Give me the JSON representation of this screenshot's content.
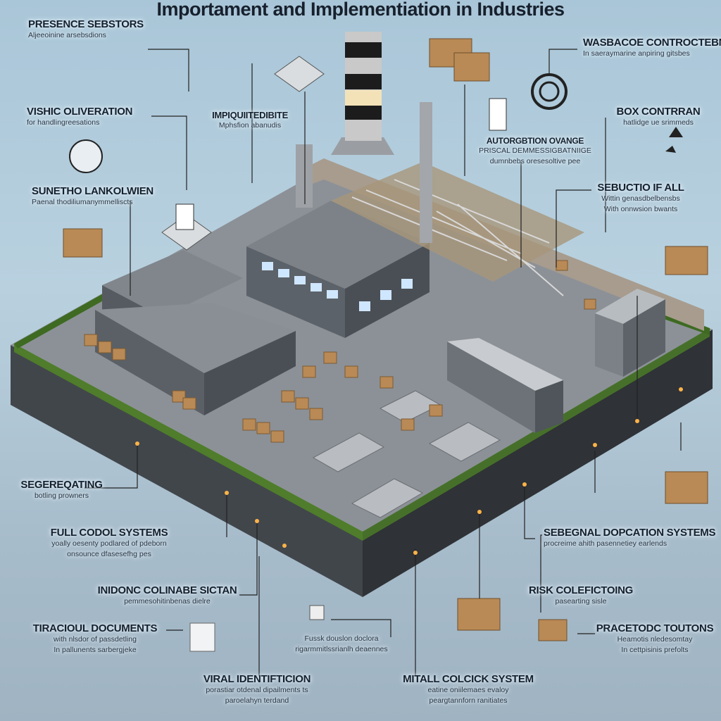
{
  "title": "Importament and Implementiation in Industries",
  "labels": [
    {
      "id": "presence-sensors",
      "heading": "PRESENCE SEBSTORS",
      "lines": [
        "Aljeeoinine arsebsdions"
      ]
    },
    {
      "id": "vishic-oliveration",
      "heading": "VISHIC OLIVERATION",
      "lines": [
        "for handlingreesations"
      ]
    },
    {
      "id": "impiquiitedibite",
      "heading": "IMPIQUIITEDIBITE",
      "lines": [
        "Mphsfion abanudis"
      ]
    },
    {
      "id": "sunetho-lankolwien",
      "heading": "SUNETHO LANKOLWIEN",
      "lines": [
        "Paenal thodiliumanymmelliscts"
      ]
    },
    {
      "id": "wasbacoe-controctebn",
      "heading": "WASBACOE CONTROCTEBN",
      "lines": [
        "In saeraymarine anpiring gitsbes"
      ]
    },
    {
      "id": "box-contrran",
      "heading": "BOX CONTRRAN",
      "lines": [
        "hatlidge ue srimmeds"
      ]
    },
    {
      "id": "autorgbtion-ovange",
      "heading": "AUTORGBTION OVANGE",
      "lines": [
        "PRISCAL DEMMESSIGBATNIIGE",
        "dumnbebs oresesoltive pee"
      ]
    },
    {
      "id": "sebuctio-if-all",
      "heading": "SEBUCTIO IF ALL",
      "lines": [
        "Wittin genasdbelbensbs",
        "With onnwsion bwants"
      ]
    },
    {
      "id": "segereqating",
      "heading": "SEGEREQATING",
      "lines": [
        "botling prowners"
      ]
    },
    {
      "id": "full-codol-systems",
      "heading": "FULL CODOL SYSTEMS",
      "lines": [
        "yoally oesenty podlared of pdeborn",
        "onsounce dfasesefhg pes"
      ]
    },
    {
      "id": "inidonc-colinabe-sictan",
      "heading": "INIDONC COLINABE SICTAN",
      "lines": [
        "pemmesohitinbenas dielre"
      ]
    },
    {
      "id": "tiracioul-documents",
      "heading": "TIRACIOUL DOCUMENTS",
      "lines": [
        "with nlsdor of passdetling",
        "In pallunents sarbergjeke"
      ]
    },
    {
      "id": "viral-identiftiction",
      "heading": "VIRAL IDENTIFTICION",
      "lines": [
        "porastiar otdenal dipailments ts",
        "paroelahyn terdand"
      ]
    },
    {
      "id": "mitall-colcick-system",
      "heading": "MITALL COLCICK SYSTEM",
      "lines": [
        "eatine oniilemaes evaloy",
        "peargtannforn ranitiates"
      ]
    },
    {
      "id": "sebegnal-dopcation-systems",
      "heading": "SEBEGNAL DOPCATION SYSTEMS",
      "lines": [
        "procreime ahith pasennetiey earlends"
      ]
    },
    {
      "id": "risk-colefictoing",
      "heading": "RISK COLEFICTOING",
      "lines": [
        "pasearting sisle"
      ]
    },
    {
      "id": "pracetodc-toutons",
      "heading": "PRACETODC TOUTONS",
      "lines": [
        "Heamotis nledesomtay",
        "In cettpisinis prefolts"
      ]
    },
    {
      "id": "fussk-douslon",
      "heading": "",
      "lines": [
        "Fussk douslon doclora",
        "rigarmmitlssrianlh deaennes"
      ]
    }
  ],
  "colors": {
    "background": "#b2cddd",
    "platform": "#8d9297",
    "wall": "#3b3f44",
    "hedge": "#4e7a2a",
    "box": "#b98a55",
    "text": "#14202e"
  }
}
